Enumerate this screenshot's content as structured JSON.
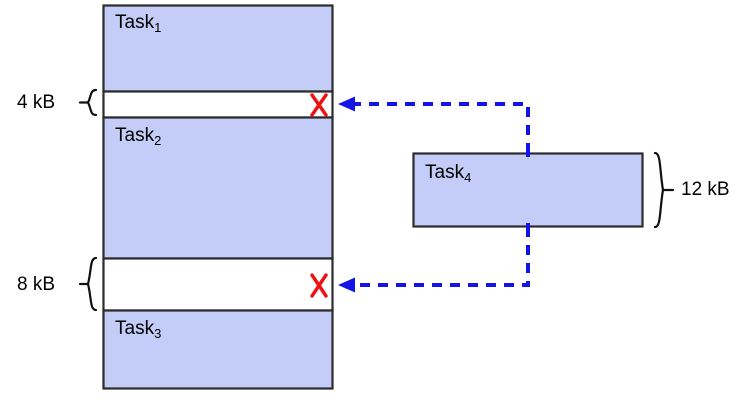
{
  "diagram": {
    "title": "memory-fragmentation-diagram",
    "colors": {
      "block_fill": "#c3cdf7",
      "block_stroke": "#2b2b2b",
      "arrow": "#1414e6",
      "cross": "#ee1111",
      "brace": "#111111",
      "background": "#ffffff"
    },
    "memory_column": {
      "name": "main-memory-column",
      "blocks": [
        {
          "id": "task1",
          "label": "Task",
          "sub": "1",
          "type": "occupied"
        },
        {
          "id": "hole1",
          "label": "",
          "sub": "",
          "type": "free",
          "size_label": "4 kB",
          "marker": "X"
        },
        {
          "id": "task2",
          "label": "Task",
          "sub": "2",
          "type": "occupied"
        },
        {
          "id": "hole2",
          "label": "",
          "sub": "",
          "type": "free",
          "size_label": "8 kB",
          "marker": "X"
        },
        {
          "id": "task3",
          "label": "Task",
          "sub": "3",
          "type": "occupied"
        }
      ]
    },
    "incoming_task": {
      "id": "task4",
      "label": "Task",
      "sub": "4",
      "size_label": "12 kB"
    },
    "labels": {
      "hole1_size": "4 kB",
      "hole2_size": "8 kB",
      "task4_size": "12 kB",
      "task1": "Task",
      "task1_sub": "1",
      "task2": "Task",
      "task2_sub": "2",
      "task3": "Task",
      "task3_sub": "3",
      "task4": "Task",
      "task4_sub": "4",
      "cross_mark": "X"
    }
  }
}
